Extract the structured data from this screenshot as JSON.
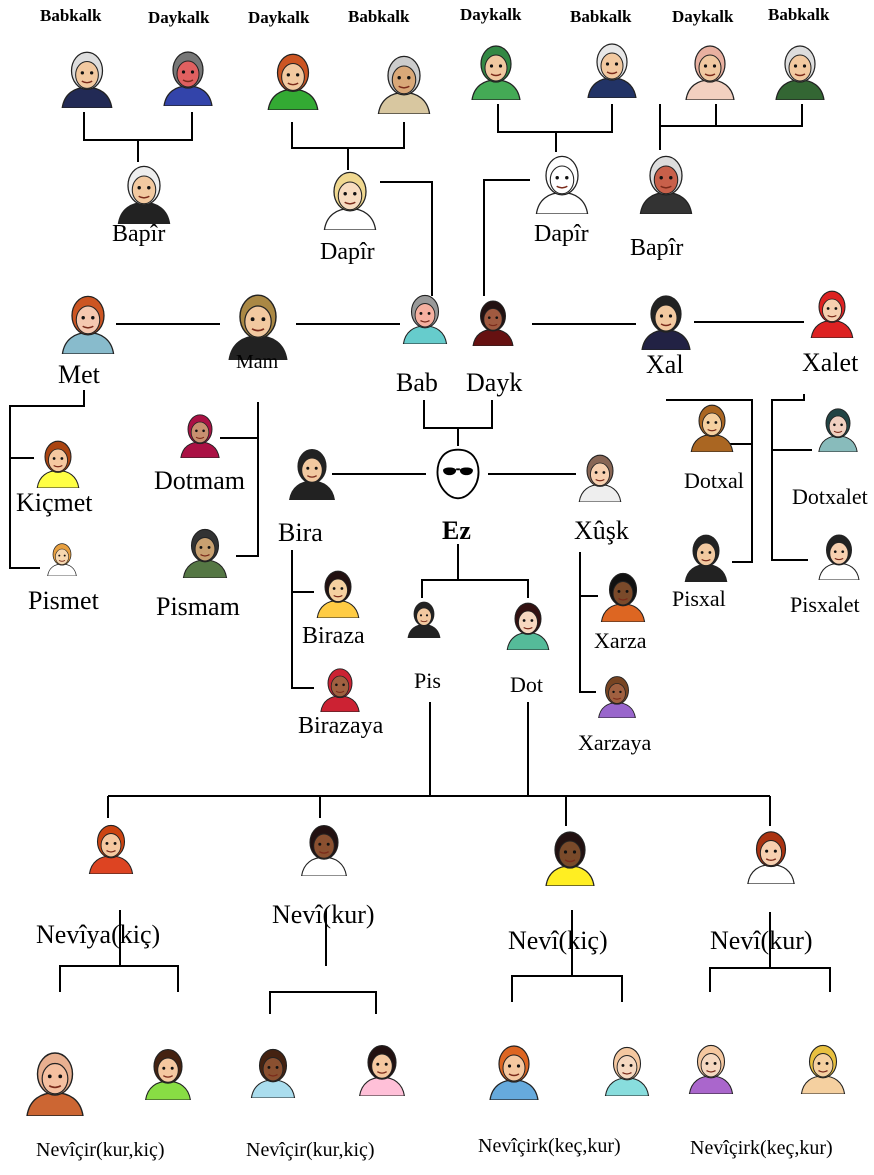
{
  "people": [
    {
      "id": "babkalk1",
      "label": "Babkalk",
      "role": "header",
      "icon": "old-man-bearded-icon",
      "hair": "#dddddd",
      "skin": "#f2c9a0",
      "cloth": "#222a55"
    },
    {
      "id": "daykalk1",
      "label": "Daykalk",
      "role": "header",
      "icon": "old-woman-phone-icon",
      "hair": "#777777",
      "skin": "#e06060",
      "cloth": "#3344aa"
    },
    {
      "id": "daykalk2",
      "label": "Daykalk",
      "role": "header",
      "icon": "old-woman-redhead-icon",
      "hair": "#cc5522",
      "skin": "#f2c9a0",
      "cloth": "#33aa33"
    },
    {
      "id": "babkalk2",
      "label": "Babkalk",
      "role": "header",
      "icon": "old-man-sitting-icon",
      "hair": "#cccccc",
      "skin": "#d9a878",
      "cloth": "#d8c7a0"
    },
    {
      "id": "daykalk3",
      "label": "Daykalk",
      "role": "header",
      "icon": "woman-green-scarf-icon",
      "hair": "#338844",
      "skin": "#f0c8a0",
      "cloth": "#44aa55"
    },
    {
      "id": "babkalk3",
      "label": "Babkalk",
      "role": "header",
      "icon": "old-man-scientist-icon",
      "hair": "#e8e8e8",
      "skin": "#f2c9a0",
      "cloth": "#223366"
    },
    {
      "id": "daykalk4",
      "label": "Daykalk",
      "role": "header",
      "icon": "woman-pink-veil-icon",
      "hair": "#e8b0a0",
      "skin": "#f0c8a0",
      "cloth": "#f2d0c0"
    },
    {
      "id": "babkalk4",
      "label": "Babkalk",
      "role": "header",
      "icon": "old-man-chemist-icon",
      "hair": "#dddddd",
      "skin": "#f2c9a0",
      "cloth": "#336633"
    },
    {
      "id": "bapir1",
      "label": "Bapîr",
      "role": "name",
      "icon": "old-man-suit-icon",
      "hair": "#eeeeee",
      "skin": "#f2c9a0",
      "cloth": "#222222"
    },
    {
      "id": "dapir1",
      "label": "Dapîr",
      "role": "name",
      "icon": "blonde-woman-icon",
      "hair": "#f0d890",
      "skin": "#f7dcc0",
      "cloth": "#ffffff"
    },
    {
      "id": "dapir2",
      "label": "Dapîr",
      "role": "name",
      "icon": "old-woman-sketch-icon",
      "hair": "#ffffff",
      "skin": "#ffffff",
      "cloth": "#ffffff"
    },
    {
      "id": "bapir2",
      "label": "Bapîr",
      "role": "name",
      "icon": "old-man-beard-red-icon",
      "hair": "#dddddd",
      "skin": "#c8604a",
      "cloth": "#333333"
    },
    {
      "id": "met",
      "label": "Met",
      "role": "name",
      "icon": "woman-feather-hat-icon",
      "hair": "#cc5522",
      "skin": "#f5c8b0",
      "cloth": "#88bbcc"
    },
    {
      "id": "mam",
      "label": "Mam",
      "role": "small",
      "icon": "man-pipe-sunglasses-icon",
      "hair": "#aa8844",
      "skin": "#f2c9a0",
      "cloth": "#222222"
    },
    {
      "id": "bab",
      "label": "Bab",
      "role": "name",
      "icon": "old-man-turban-icon",
      "hair": "#999999",
      "skin": "#f5b0a0",
      "cloth": "#66cccc"
    },
    {
      "id": "dayk",
      "label": "Dayk",
      "role": "name",
      "icon": "woman-dark-hair-icon",
      "hair": "#221111",
      "skin": "#a05a40",
      "cloth": "#661111"
    },
    {
      "id": "xal",
      "label": "Xal",
      "role": "name",
      "icon": "man-lincoln-icon",
      "hair": "#222222",
      "skin": "#f2c9a0",
      "cloth": "#222244"
    },
    {
      "id": "xalet",
      "label": "Xalet",
      "role": "name",
      "icon": "redhead-woman-icon",
      "hair": "#dd2222",
      "skin": "#f7d0b0",
      "cloth": "#dd2222"
    },
    {
      "id": "kicmet",
      "label": "Kiçmet",
      "role": "name",
      "icon": "girl-yellow-frame-icon",
      "hair": "#aa4411",
      "skin": "#f5c8a0",
      "cloth": "#ffff44"
    },
    {
      "id": "pismet",
      "label": "Pismet",
      "role": "name",
      "icon": "boy-freckles-icon",
      "hair": "#e8a040",
      "skin": "#f7d8b0",
      "cloth": "#ffffff"
    },
    {
      "id": "dotmam",
      "label": "Dotmam",
      "role": "name",
      "icon": "woman-hijab-icon",
      "hair": "#aa1144",
      "skin": "#c89070",
      "cloth": "#aa1144"
    },
    {
      "id": "pismam",
      "label": "Pismam",
      "role": "name",
      "icon": "man-glasses-green-icon",
      "hair": "#333333",
      "skin": "#c8a070",
      "cloth": "#557744"
    },
    {
      "id": "bira",
      "label": "Bira",
      "role": "name",
      "icon": "man-lincoln-icon",
      "hair": "#222222",
      "skin": "#f2c9a0",
      "cloth": "#222222"
    },
    {
      "id": "ez",
      "label": "Ez",
      "role": "self",
      "icon": "faceless-head-sunglasses-icon",
      "hair": "#ffffff",
      "skin": "#ffffff",
      "cloth": "#ffffff"
    },
    {
      "id": "xusk",
      "label": "Xûşk",
      "role": "name",
      "icon": "woman-red-glasses-icon",
      "hair": "#886655",
      "skin": "#f7d0b0",
      "cloth": "#eeeeee"
    },
    {
      "id": "dotxal",
      "label": "Dotxal",
      "role": "small",
      "icon": "woman-flower-crown-icon",
      "hair": "#aa6622",
      "skin": "#f5d0a0",
      "cloth": "#aa6622"
    },
    {
      "id": "dotxalet",
      "label": "Dotxalet",
      "role": "small",
      "icon": "woman-teal-icon",
      "hair": "#224444",
      "skin": "#f0d0c0",
      "cloth": "#88bbbb"
    },
    {
      "id": "biraza",
      "label": "Biraza",
      "role": "name",
      "icon": "boy-ginger-icon",
      "hair": "#221111",
      "skin": "#f5d0a0",
      "cloth": "#ffcc44"
    },
    {
      "id": "pis",
      "label": "Pis",
      "role": "small",
      "icon": "man-poe-icon",
      "hair": "#222222",
      "skin": "#f2c9a0",
      "cloth": "#222222"
    },
    {
      "id": "dot",
      "label": "Dot",
      "role": "small",
      "icon": "asian-woman-icon",
      "hair": "#331111",
      "skin": "#f7d8c0",
      "cloth": "#55bb99"
    },
    {
      "id": "xarza",
      "label": "Xarza",
      "role": "small",
      "icon": "boy-dark-skin-icon",
      "hair": "#111111",
      "skin": "#7a4a2a",
      "cloth": "#dd6622"
    },
    {
      "id": "pisxal",
      "label": "Pisxal",
      "role": "small",
      "icon": "man-poe-icon",
      "hair": "#222222",
      "skin": "#f2c9a0",
      "cloth": "#222222"
    },
    {
      "id": "pisxalet",
      "label": "Pisxalet",
      "role": "small",
      "icon": "boy-smiling-icon",
      "hair": "#222222",
      "skin": "#f7d0b0",
      "cloth": "#ffffff"
    },
    {
      "id": "birazaya",
      "label": "Birazaya",
      "role": "name",
      "icon": "girl-red-scarf-icon",
      "hair": "#cc2233",
      "skin": "#a06040",
      "cloth": "#cc2233"
    },
    {
      "id": "xarzaya",
      "label": "Xarzaya",
      "role": "small",
      "icon": "girl-scarf-icon",
      "hair": "#774422",
      "skin": "#a06040",
      "cloth": "#9966cc"
    },
    {
      "id": "neviya",
      "label": "Nevîya(kiç)",
      "role": "name",
      "icon": "woman-sunglasses-redhead-icon",
      "hair": "#cc4411",
      "skin": "#f5c8a0",
      "cloth": "#dd4422"
    },
    {
      "id": "nevi1",
      "label": "Nevî(kur)",
      "role": "name",
      "icon": "boy-curly-dark-icon",
      "hair": "#221111",
      "skin": "#8a5030",
      "cloth": "#ffffff"
    },
    {
      "id": "nevi2",
      "label": "Nevî(kiç)",
      "role": "name",
      "icon": "girl-dark-skin-icon",
      "hair": "#221111",
      "skin": "#7a4a2a",
      "cloth": "#ffee22"
    },
    {
      "id": "nevi3",
      "label": "Nevî(kur)",
      "role": "name",
      "icon": "boy-redhead-icon",
      "hair": "#aa3311",
      "skin": "#f7d0b0",
      "cloth": "#ffffff"
    },
    {
      "id": "baby1",
      "label": "",
      "role": "none",
      "icon": "baby-teddy-icon",
      "hair": "#e8b090",
      "skin": "#f5c0a0",
      "cloth": "#cc6633"
    },
    {
      "id": "baby2",
      "label": "",
      "role": "none",
      "icon": "girl-with-bottle-icon",
      "hair": "#442211",
      "skin": "#f5c8a0",
      "cloth": "#88dd44"
    },
    {
      "id": "baby3",
      "label": "",
      "role": "none",
      "icon": "baby-dark-icon",
      "hair": "#442211",
      "skin": "#8a5030",
      "cloth": "#aaddee"
    },
    {
      "id": "baby4",
      "label": "",
      "role": "none",
      "icon": "toddler-dancing-icon",
      "hair": "#221111",
      "skin": "#f5c8a0",
      "cloth": "#ffc0d8"
    },
    {
      "id": "baby5",
      "label": "",
      "role": "none",
      "icon": "child-crying-icon",
      "hair": "#dd6622",
      "skin": "#f5c8a0",
      "cloth": "#66aadd"
    },
    {
      "id": "baby6",
      "label": "",
      "role": "none",
      "icon": "baby-blue-icon",
      "hair": "#f5c8a0",
      "skin": "#f5d8c0",
      "cloth": "#88dddd"
    },
    {
      "id": "baby7",
      "label": "",
      "role": "none",
      "icon": "baby-crawling-icon",
      "hair": "#f5c8a0",
      "skin": "#f5d8c0",
      "cloth": "#aa66cc"
    },
    {
      "id": "baby8",
      "label": "",
      "role": "none",
      "icon": "baby-blonde-icon",
      "hair": "#e8c040",
      "skin": "#f5d0a0",
      "cloth": "#f5d0a0"
    }
  ],
  "grandchildren_labels": [
    "Nevîçir(kur,kiç)",
    "Nevîçir(kur,kiç)",
    "Nevîçirk(keç,kur)",
    "Nevîçirk(keç,kur)"
  ]
}
